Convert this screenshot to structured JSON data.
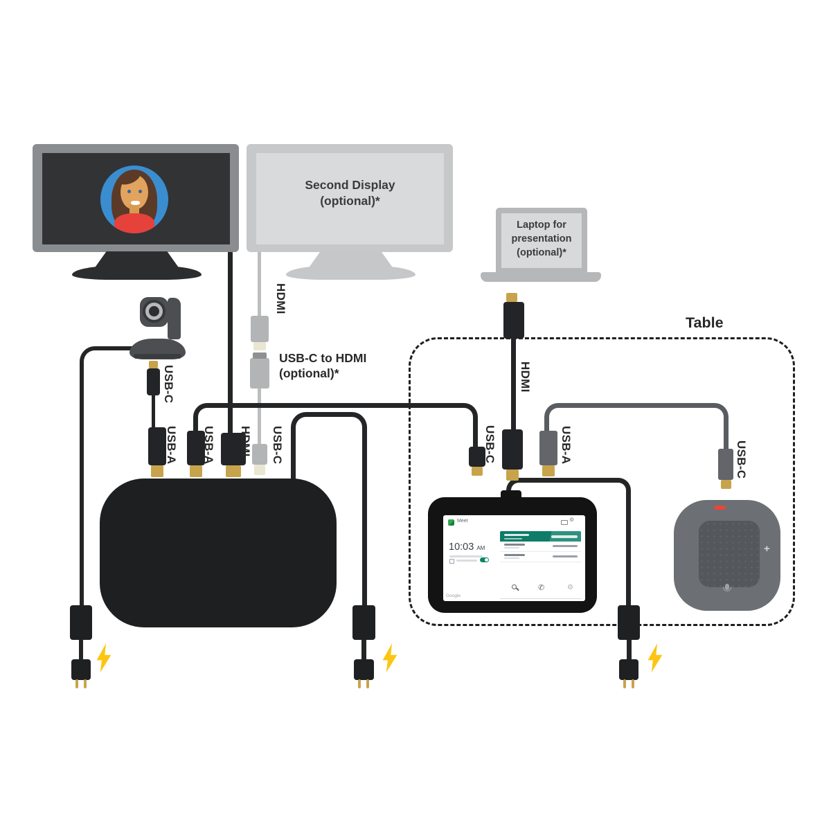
{
  "labels": {
    "second_display": [
      "Second Display",
      "(optional)*"
    ],
    "laptop": [
      "Laptop for",
      "presentation",
      "(optional)*"
    ],
    "adapter": [
      "USB-C to HDMI",
      "(optional)*"
    ],
    "table": "Table",
    "display2_cable": "HDMI",
    "camera_cable": "USB-C",
    "hub_port1": "USB-A",
    "hub_port2": "USB-A",
    "hub_port3": "HDMI",
    "hub_port4": "USB-C",
    "controller_cable": "USB-C",
    "laptop_cable": "HDMI",
    "speakermic_cable_hub_end": "USB-A",
    "speakermic_cable_device_end": "USB-C"
  },
  "controller_screen": {
    "app_name": "Meet",
    "time": "10:03",
    "meridiem": "AM",
    "brand": "Google"
  },
  "icons": {
    "phone_glyph": "✆",
    "settings_glyph": "⚙",
    "volume_plus_glyph": "+"
  },
  "colors": {
    "meet_teal": "#0e7c69",
    "connector_gold": "#c7a44b",
    "bolt_yellow": "#fdc513",
    "avatar_blue": "#3a8ed0",
    "shirt_red": "#e6413b",
    "hangup_red": "#e8453c",
    "toggle_green": "#0f8468",
    "cable_black": "#242527",
    "optional_gray": "#b3b4b6",
    "speakermic_gray": "#6c7074"
  }
}
